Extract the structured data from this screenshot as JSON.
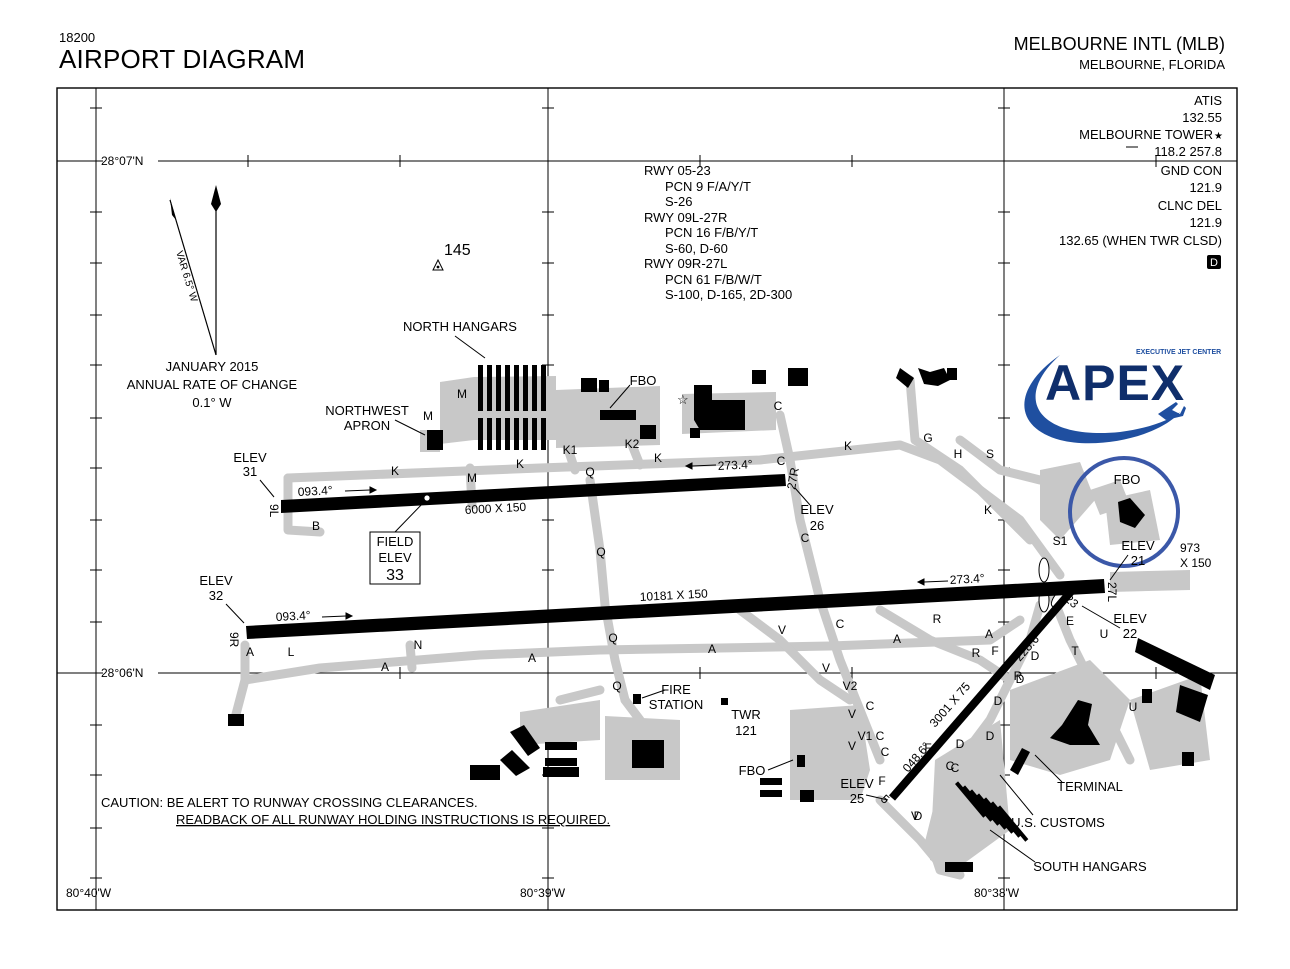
{
  "header": {
    "doc_number": "18200",
    "title": "AIRPORT DIAGRAM",
    "airport_name": "MELBOURNE INTL (MLB)",
    "airport_city": "MELBOURNE, FLORIDA"
  },
  "coordinates": {
    "lat_top": "28°07'N",
    "lat_bottom": "28°06'N",
    "lon_left": "80°40'W",
    "lon_mid": "80°39'W",
    "lon_right": "80°38'W"
  },
  "frequencies": {
    "atis_label": "ATIS",
    "atis_freq": "132.55",
    "tower_label": "MELBOURNE TOWER",
    "tower_star": "★",
    "tower_freq": "118.2  257.8",
    "gnd_label": "GND CON",
    "gnd_freq": "121.9",
    "clnc_label": "CLNC DEL",
    "clnc_freq": "121.9",
    "clsd_freq": "132.65 (WHEN TWR CLSD)",
    "airspace_class": "D"
  },
  "runway_data": [
    "RWY 05-23",
    "PCN 9 F/A/Y/T",
    "S-26",
    "RWY 09L-27R",
    "PCN 16 F/B/Y/T",
    "S-60, D-60",
    "RWY 09R-27L",
    "PCN 61 F/B/W/T",
    "S-100, D-165, 2D-300"
  ],
  "magnetic": {
    "variation": "VAR 6.5° W",
    "date": "JANUARY 2015",
    "rate_label": "ANNUAL RATE OF CHANGE",
    "rate_value": "0.1° W"
  },
  "obstacle_elev": "145",
  "apex_logo": {
    "tagline": "EXECUTIVE JET CENTER",
    "name": "APEX",
    "colors": {
      "blue": "#1f4fa0",
      "navy": "#0f2e6b",
      "ring": "#3b58a8"
    }
  },
  "runways": {
    "r09l_27r": {
      "dims": "6000 X 150",
      "end_w": "9L",
      "end_e": "27R",
      "hdg_w": "093.4°",
      "hdg_e": "273.4°"
    },
    "r09r_27l": {
      "dims": "10181 X 150",
      "end_w": "9R",
      "end_e": "27L",
      "hdg_w": "093.4°",
      "hdg_e": "273.4°"
    },
    "r05_23": {
      "dims": "3001 X 75",
      "end_sw": "5",
      "end_ne": "23",
      "hdg_sw": "048.6°",
      "hdg_ne": "228.6°"
    },
    "extension": "973\nX 150"
  },
  "elevations": {
    "elev_label": "ELEV",
    "e9l": "31",
    "e9r": "32",
    "e27r": "26",
    "e27l": "21",
    "e23": "22",
    "e5": "25",
    "field_label_1": "FIELD",
    "field_label_2": "ELEV",
    "field_value": "33"
  },
  "labels": {
    "north_hangars": "NORTH HANGARS",
    "northwest_apron": "NORTHWEST\nAPRON",
    "fbo": "FBO",
    "fire_station": "FIRE\nSTATION",
    "twr": "TWR",
    "twr_elev": "121",
    "terminal": "TERMINAL",
    "us_customs": "U.S. CUSTOMS",
    "south_hangars": "SOUTH HANGARS"
  },
  "taxiways": [
    "A",
    "B",
    "C",
    "D",
    "E",
    "F",
    "G",
    "H",
    "K",
    "K1",
    "K2",
    "L",
    "M",
    "N",
    "Q",
    "R",
    "S",
    "S1",
    "T",
    "U",
    "V",
    "V1",
    "V2"
  ],
  "caution": {
    "line1": "CAUTION: BE ALERT TO RUNWAY CROSSING CLEARANCES.",
    "line2": "READBACK OF ALL RUNWAY HOLDING INSTRUCTIONS IS REQUIRED."
  }
}
